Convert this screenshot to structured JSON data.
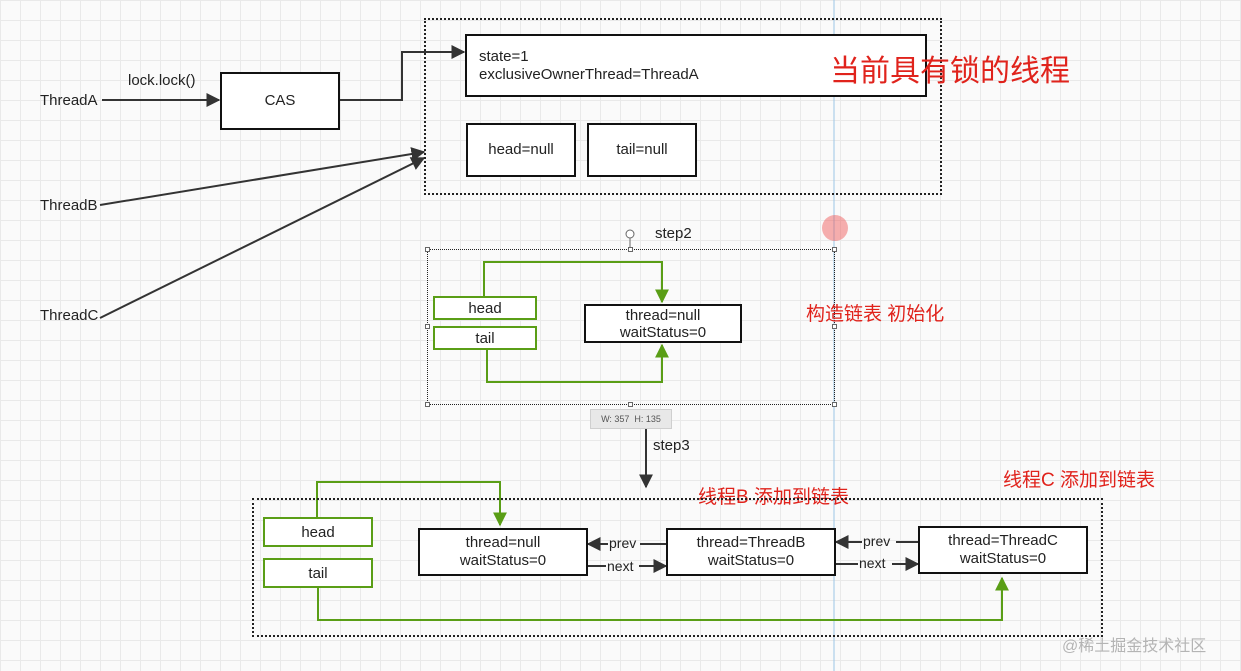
{
  "threads": {
    "a": "ThreadA",
    "b": "ThreadB",
    "c": "ThreadC"
  },
  "lock_label": "lock.lock()",
  "cas_label": "CAS",
  "state_box": {
    "state": "state=1",
    "owner": "exclusiveOwnerThread=ThreadA"
  },
  "head_null": "head=null",
  "tail_null": "tail=null",
  "owner_note": "当前具有锁的线程",
  "step2": {
    "label": "step2",
    "head": "head",
    "tail": "tail",
    "node_thread": "thread=null",
    "node_wait": "waitStatus=0",
    "note": "构造链表 初始化",
    "size_tooltip": "W: 357  H: 135"
  },
  "step3": {
    "label": "step3",
    "head": "head",
    "tail": "tail",
    "node1_thread": "thread=null",
    "node1_wait": "waitStatus=0",
    "node2_thread": "thread=ThreadB",
    "node2_wait": "waitStatus=0",
    "node3_thread": "thread=ThreadC",
    "node3_wait": "waitStatus=0",
    "prev": "prev",
    "next": "next",
    "note_b": "线程B 添加到链表",
    "note_c": "线程C 添加到链表"
  },
  "watermark": "@稀土掘金技术社区",
  "colors": {
    "green": "#5a9e16",
    "red": "#e0231c",
    "black": "#222222"
  }
}
